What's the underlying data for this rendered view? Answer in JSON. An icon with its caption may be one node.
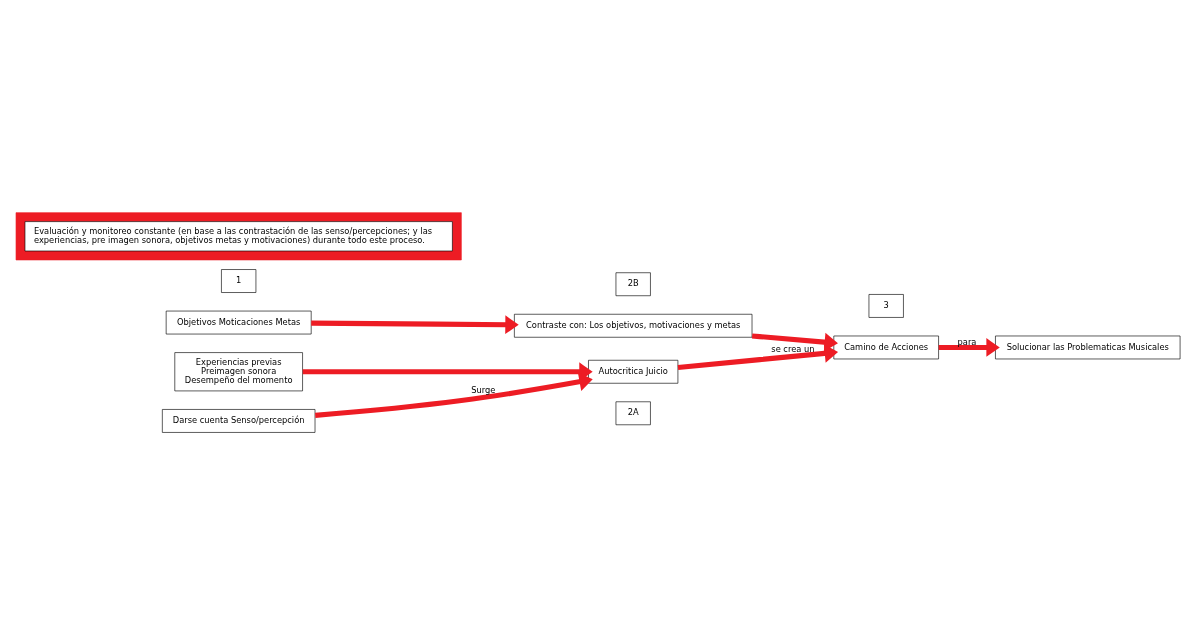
{
  "diagram": {
    "nodes": [
      {
        "text": [
          "2A"
        ]
      },
      {
        "text": [
          "Autocritica Juicio"
        ]
      },
      {
        "text": [
          "Experiencias previas",
          "Preimagen sonora",
          "Desempeño del momento"
        ]
      },
      {
        "text": [
          "Darse cuenta Senso/percepción"
        ]
      },
      {
        "text": [
          "1"
        ]
      },
      {
        "text": [
          "3"
        ]
      },
      {
        "text": [
          "Camino de Acciones"
        ]
      },
      {
        "text": [
          "Solucionar las Problematicas Musicales"
        ]
      },
      {
        "text": [
          "Objetivos Moticaciones Metas"
        ]
      },
      {
        "text": [
          "Contraste con: Los objetivos, motivaciones y metas"
        ]
      },
      {
        "text": [
          "2B"
        ]
      },
      {
        "text": [],
        "shape": "arrow"
      },
      {
        "text": [
          "Evaluación y monitoreo constante (en base a las contrastación de las senso/percepciones; y las experiencias, pre imagen sonora, objetivos metas y motivaciones) durante todo este proceso."
        ],
        "in": 11
      }
    ],
    "edges": [
      {
        "from": 2,
        "to": 1,
        "arrow": "to"
      },
      {
        "from": 3,
        "to": 1,
        "arrow": "to",
        "label": "Surge"
      },
      {
        "from": 1,
        "to": 6,
        "arrow": "to",
        "label": "se crea un"
      },
      {
        "from": 9,
        "to": 6,
        "arrow": "to"
      },
      {
        "from": 6,
        "to": 7,
        "arrow": "to",
        "label": "para"
      },
      {
        "from": 8,
        "to": 9,
        "arrow": "to"
      }
    ]
  }
}
